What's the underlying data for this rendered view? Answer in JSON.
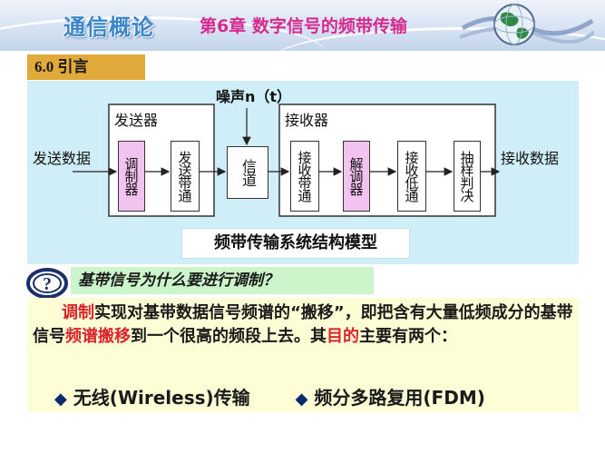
{
  "header": {
    "brand": "通信概论",
    "chapter": "第6章 数字信号的频带传输"
  },
  "section": {
    "label": "6.0 引言"
  },
  "diagram": {
    "noise_label": "噪声n（t）",
    "transmitter_label": "发送器",
    "receiver_label": "接收器",
    "input_label": "发送数据",
    "output_label": "接收数据",
    "blocks": {
      "modulator": "调制器",
      "tx_bandpass": "发送带通",
      "channel": "信道",
      "rx_bandpass": "接收带通",
      "demodulator": "解调器",
      "rx_lowpass": "接收低通",
      "sampler": "抽样判决"
    },
    "caption": "频带传输系统结构模型"
  },
  "question": {
    "text": "基带信号为什么要进行调制？"
  },
  "body": {
    "seg1": "调制",
    "seg2": "实现对基带数据信号频谱的“搬移”，即把含有大量低频成分的基带信号",
    "seg3": "频谱搬移",
    "seg4": "到一个很高的频段上去。其",
    "seg5": "目的",
    "seg6": "主要有两个：",
    "bullet_marker": "◆",
    "bullet1": "无线(Wireless)传输",
    "bullet2": "频分多路复用(FDM)"
  },
  "colors": {
    "chapter": "#d52b8f",
    "brand": "#3b86c9",
    "section_bg": "#e0a93a",
    "diagram_bg": "#cfeef8",
    "highlight_block": "#f1c3ee",
    "question_bg": "#ccf5cc",
    "body_bg": "#fdfdd6",
    "emphasis": "#d9262c"
  }
}
